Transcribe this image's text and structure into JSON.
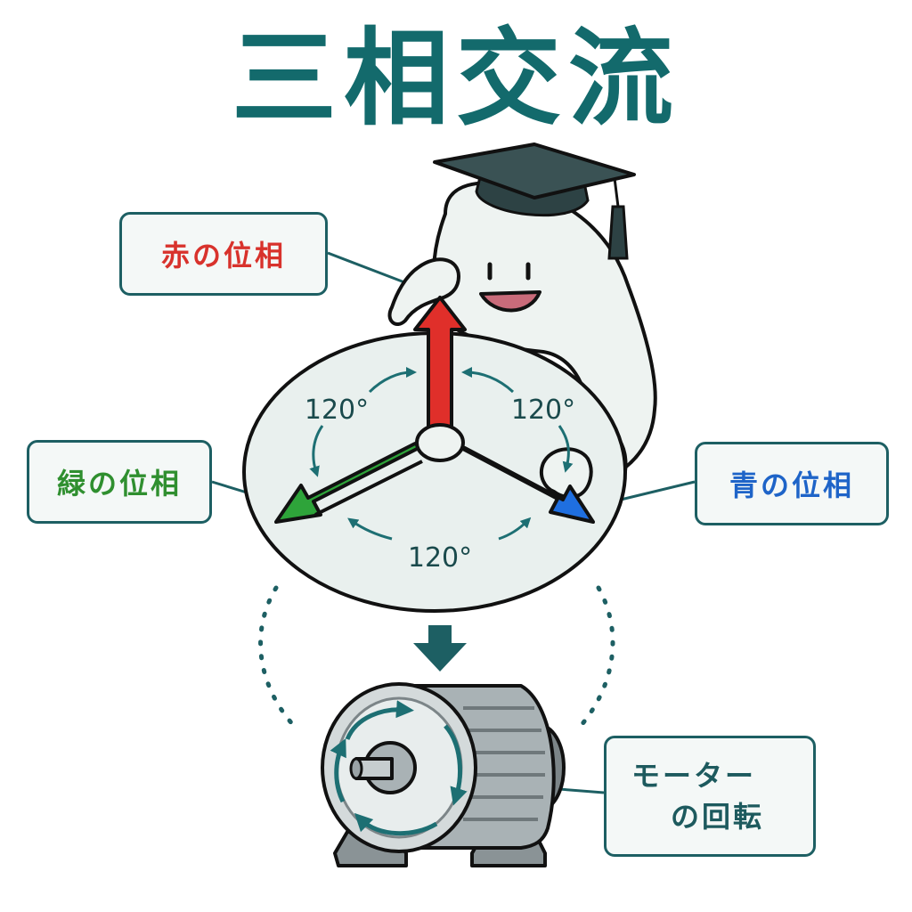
{
  "title": "三相交流",
  "labels": {
    "red_phase": "赤の位相",
    "green_phase": "緑の位相",
    "blue_phase": "青の位相",
    "motor_line1": "モーター",
    "motor_line2": "の回転"
  },
  "angles": {
    "top_left": "120°",
    "top_right": "120°",
    "bottom": "120°"
  },
  "colors": {
    "red": "#e02f2a",
    "green": "#2ea43a",
    "blue": "#1f6fe0",
    "teal": "#136a6c"
  },
  "icons": [
    "mascot-icon",
    "graduation-cap-icon",
    "motor-icon",
    "down-arrow-icon"
  ]
}
